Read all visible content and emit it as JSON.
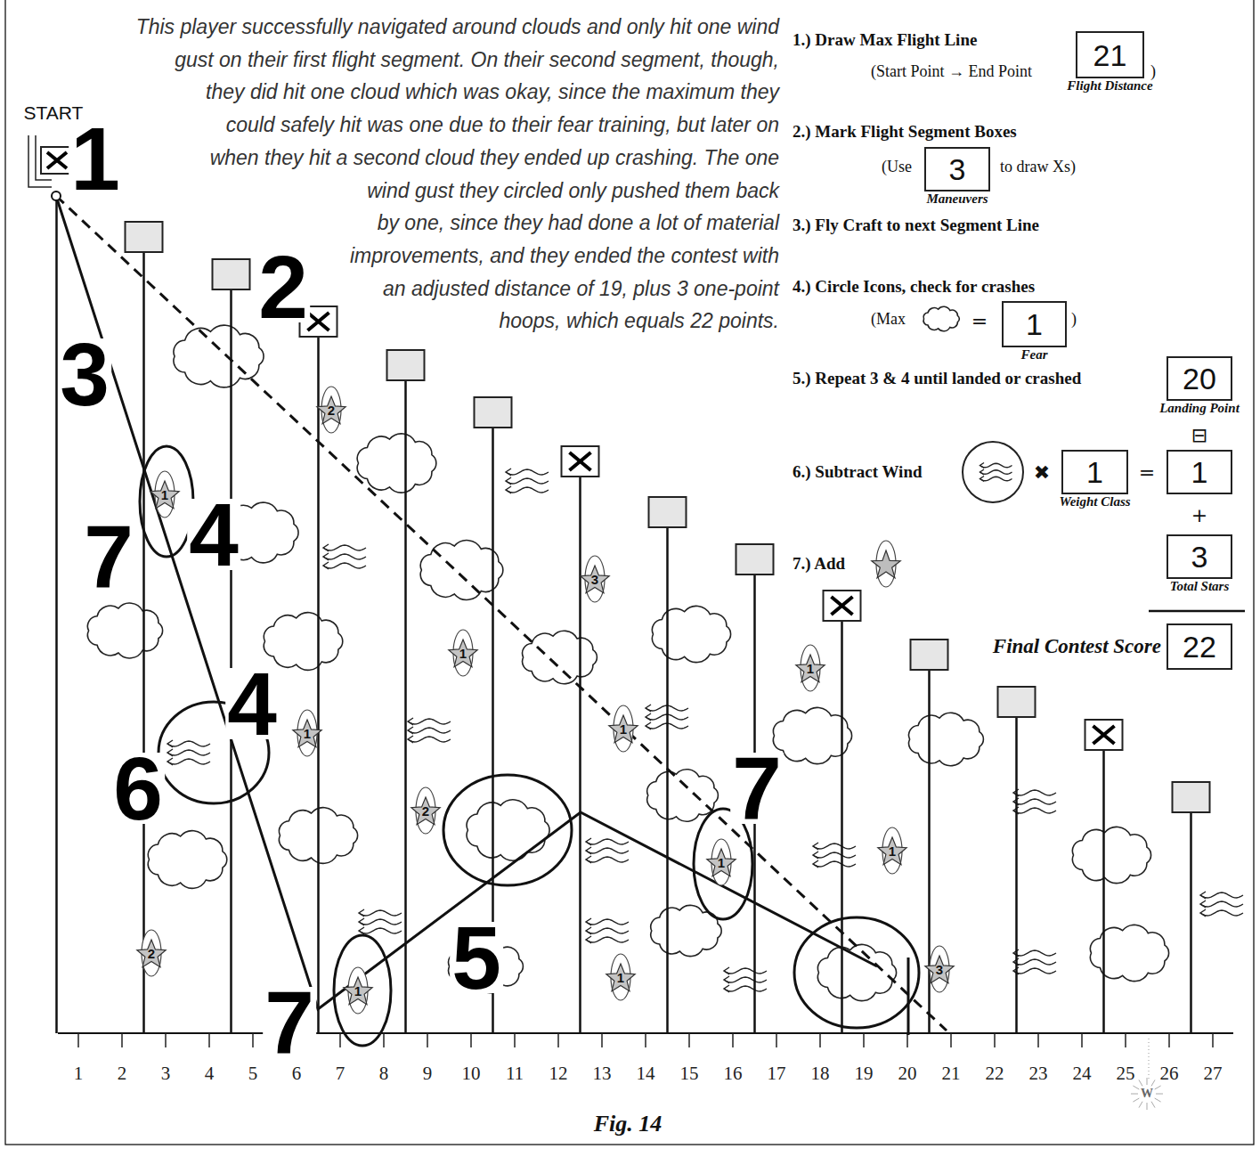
{
  "diagram": {
    "nodes": [
      {
        "text": [
          "21",
          "Flight Distance"
        ]
      },
      {
        "text": [
          "3",
          "Maneuvers"
        ]
      },
      {
        "text": [
          "1",
          "Fear"
        ]
      },
      {
        "text": [
          "20",
          "Landing Point"
        ]
      },
      {
        "text": [
          "1",
          "Weight Class"
        ]
      },
      {
        "text": [
          "1"
        ]
      },
      {
        "text": [
          "3",
          "Total Stars"
        ]
      },
      {
        "text": [
          "Final Contest Score",
          "22"
        ]
      },
      {
        "text": [
          "2"
        ]
      },
      {
        "text": [
          "1"
        ]
      },
      {
        "text": [
          "3"
        ]
      },
      {
        "text": [
          "1"
        ]
      },
      {
        "text": [
          "1"
        ]
      },
      {
        "text": [
          "1"
        ]
      },
      {
        "text": [
          "1"
        ]
      },
      {
        "text": [
          "2"
        ]
      },
      {
        "text": [
          "1"
        ]
      },
      {
        "text": [
          "1"
        ]
      },
      {
        "text": [
          "2"
        ]
      },
      {
        "text": [
          "3"
        ]
      },
      {
        "text": [
          "1"
        ]
      },
      {
        "text": [
          "1"
        ]
      }
    ],
    "labels": [
      "This player successfully navigated around clouds and only hit one wind gust on their first flight segment. On their second segment, though, they did hit one cloud which was okay, since the maximum they could safely hit was one due to their fear training, but later on when they hit a second cloud they ended up crashing. The one wind gust they circled only pushed them back by one, since they had done a lot of material improvements, and they ended the contest with an adjusted distance of 19, plus 3 one-point hoops, which equals 22 points.",
      "START",
      "1",
      "2",
      "3",
      "7",
      "4",
      "4",
      "6",
      "5",
      "7",
      "7",
      "1.) Draw Max Flight Line",
      "(Start Point → End Point",
      ")",
      "2.) Mark Flight Segment Boxes",
      "(Use",
      "to draw Xs)",
      "3.) Fly Craft to next Segment Line",
      "4.) Circle Icons, check for crashes",
      "(Max",
      "=",
      ")",
      "5.) Repeat 3 & 4 until landed or crashed",
      "6.) Subtract Wind",
      "✖",
      "=",
      "⊟",
      "+",
      "7.) Add",
      "1",
      "2",
      "3",
      "4",
      "5",
      "6",
      "7",
      "8",
      "9",
      "10",
      "11",
      "12",
      "13",
      "14",
      "15",
      "16",
      "17",
      "18",
      "19",
      "20",
      "21",
      "22",
      "23",
      "24",
      "25",
      "26",
      "27",
      "Fig. 14",
      "W"
    ]
  }
}
